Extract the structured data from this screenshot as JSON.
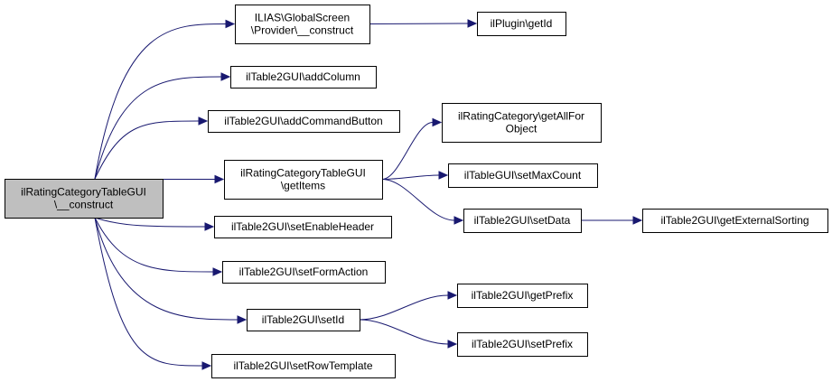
{
  "colors": {
    "edge": "#191970",
    "root_fill": "#bfbfbf",
    "node_fill": "#ffffff",
    "border": "#000000"
  },
  "nodes": [
    {
      "id": "root",
      "lines": [
        "ilRatingCategoryTableGUI",
        "\\__construct"
      ]
    },
    {
      "id": "glob",
      "lines": [
        "ILIAS\\GlobalScreen",
        "\\Provider\\__construct"
      ]
    },
    {
      "id": "plugin",
      "lines": [
        "ilPlugin\\getId"
      ]
    },
    {
      "id": "addcol",
      "lines": [
        "ilTable2GUI\\addColumn"
      ]
    },
    {
      "id": "addcmd",
      "lines": [
        "ilTable2GUI\\addCommandButton"
      ]
    },
    {
      "id": "getitems",
      "lines": [
        "ilRatingCategoryTableGUI",
        "\\getItems"
      ]
    },
    {
      "id": "getall",
      "lines": [
        "ilRatingCategory\\getAllFor",
        "Object"
      ]
    },
    {
      "id": "maxcount",
      "lines": [
        "ilTableGUI\\setMaxCount"
      ]
    },
    {
      "id": "setdata",
      "lines": [
        "ilTable2GUI\\setData"
      ]
    },
    {
      "id": "extsort",
      "lines": [
        "ilTable2GUI\\getExternalSorting"
      ]
    },
    {
      "id": "enhead",
      "lines": [
        "ilTable2GUI\\setEnableHeader"
      ]
    },
    {
      "id": "formact",
      "lines": [
        "ilTable2GUI\\setFormAction"
      ]
    },
    {
      "id": "setid",
      "lines": [
        "ilTable2GUI\\setId"
      ]
    },
    {
      "id": "getprefix",
      "lines": [
        "ilTable2GUI\\getPrefix"
      ]
    },
    {
      "id": "setprefix",
      "lines": [
        "ilTable2GUI\\setPrefix"
      ]
    },
    {
      "id": "rowtpl",
      "lines": [
        "ilTable2GUI\\setRowTemplate"
      ]
    }
  ],
  "edges": [
    [
      "root",
      "glob"
    ],
    [
      "root",
      "addcol"
    ],
    [
      "root",
      "addcmd"
    ],
    [
      "root",
      "getitems"
    ],
    [
      "root",
      "enhead"
    ],
    [
      "root",
      "formact"
    ],
    [
      "root",
      "setid"
    ],
    [
      "root",
      "rowtpl"
    ],
    [
      "glob",
      "plugin"
    ],
    [
      "getitems",
      "getall"
    ],
    [
      "getitems",
      "maxcount"
    ],
    [
      "getitems",
      "setdata"
    ],
    [
      "setdata",
      "extsort"
    ],
    [
      "setid",
      "getprefix"
    ],
    [
      "setid",
      "setprefix"
    ]
  ]
}
